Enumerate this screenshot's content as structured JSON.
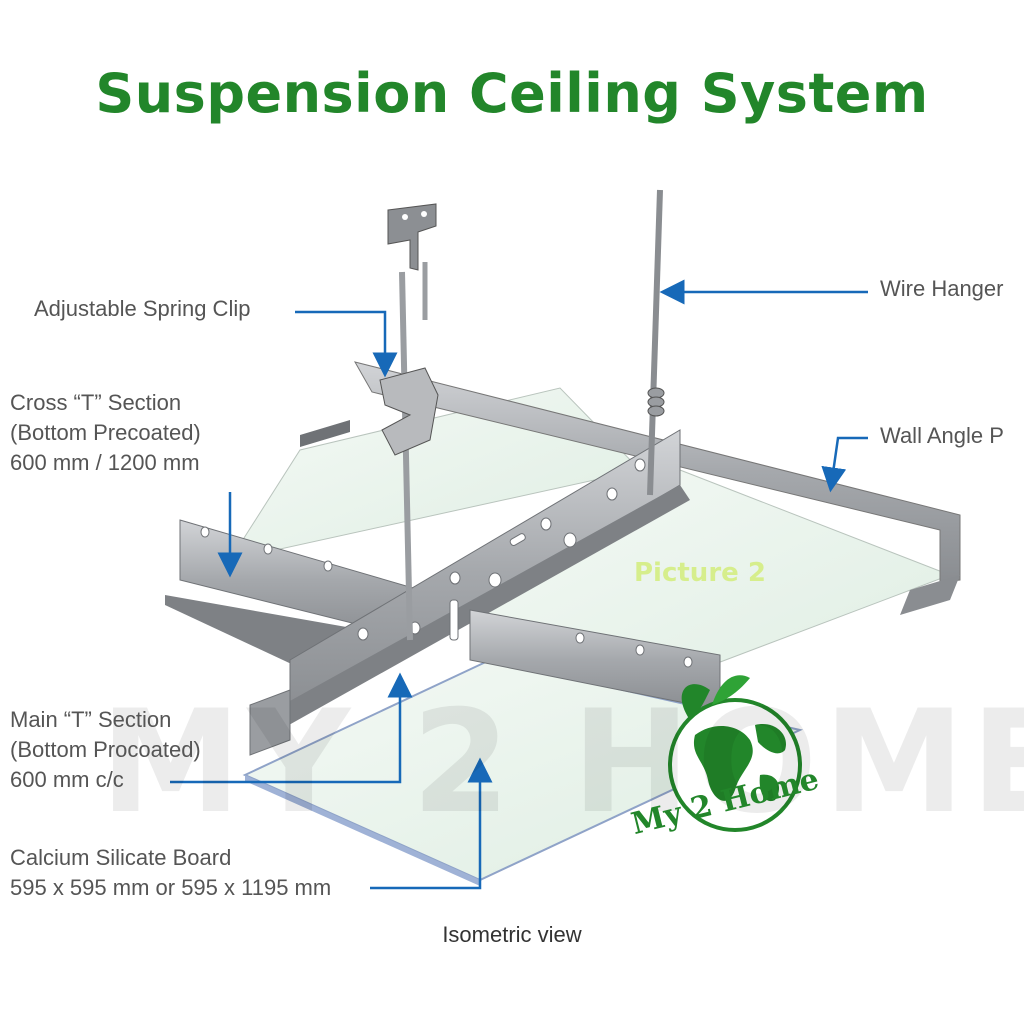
{
  "title": "Suspension Ceiling System",
  "labels": {
    "spring_clip": "Adjustable Spring Clip",
    "wire_hanger": "Wire Hanger",
    "wall_angle": "Wall Angle P",
    "cross_t_1": "Cross “T” Section",
    "cross_t_2": "(Bottom Precoated)",
    "cross_t_3": "600 mm / 1200 mm",
    "main_t_1": "Main “T” Section",
    "main_t_2": "(Bottom Procoated)",
    "main_t_3": "600 mm c/c",
    "board_1": "Calcium Silicate Board",
    "board_2": "595 x 595 mm or 595 x 1195 mm"
  },
  "picture_tag": "Picture 2",
  "watermark": "MY 2 HOME",
  "logo_text": "My 2 Home",
  "caption": "Isometric view",
  "colors": {
    "title": "#22862a",
    "arrow": "#1769b8",
    "metal": "#a9acb0",
    "board": "#e9f3ec",
    "logo": "#22862a"
  }
}
